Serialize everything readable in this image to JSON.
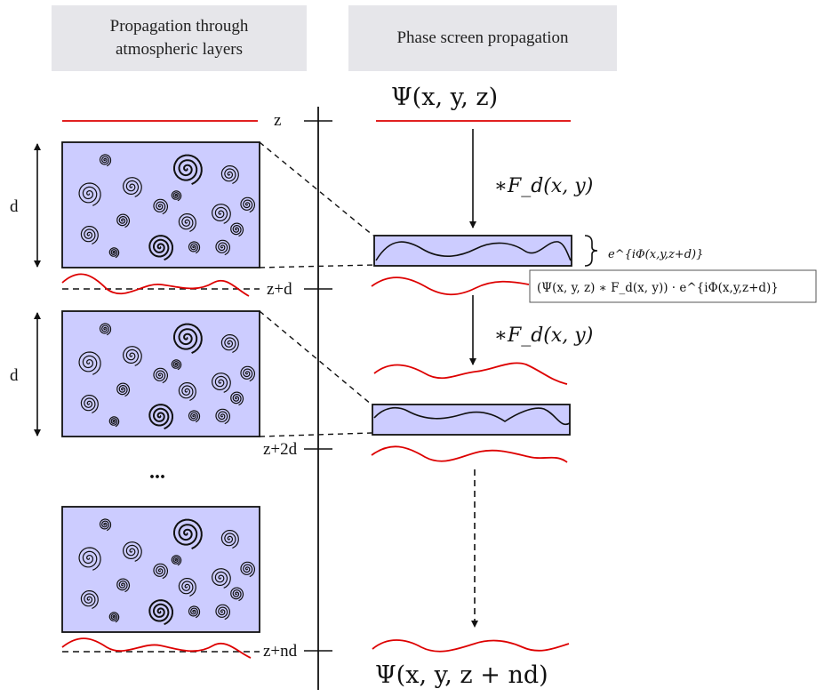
{
  "headers": {
    "left_line1": "Propagation through",
    "left_line2": "atmospheric layers",
    "right": "Phase screen propagation"
  },
  "axis_labels": {
    "z": "z",
    "z_plus_d": "z+d",
    "z_plus_2d": "z+2d",
    "z_plus_nd": "z+nd"
  },
  "thickness_label": "d",
  "ellipsis": "...",
  "psi_top": "Ψ(x, y, z)",
  "psi_bottom": "Ψ(x, y, z + nd)",
  "convolution_1": "∗F_d(x, y)",
  "convolution_2": "∗F_d(x, y)",
  "phase_factor": "e^{iΦ(x,y,z+d)}",
  "boxed_formula": "(Ψ(x, y, z) ∗ F_d(x, y)) · e^{iΦ(x,y,z+d)}",
  "colors": {
    "layer_fill": "#ccccff",
    "wave": "#dd0000",
    "header_bg": "#e6e6ea"
  }
}
